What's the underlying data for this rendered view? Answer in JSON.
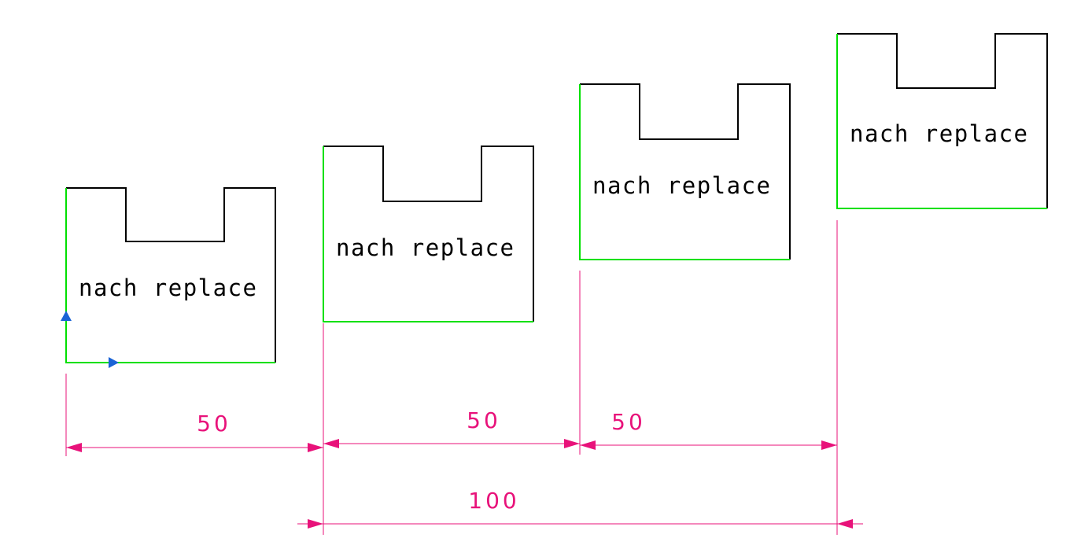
{
  "colors": {
    "background": "#ffffff",
    "outline": "#000000",
    "reference_edge": "#00e000",
    "dimension": "#e8127a",
    "axis_marker": "#1a63d6"
  },
  "parts": [
    {
      "label": "nach replace"
    },
    {
      "label": "nach replace"
    },
    {
      "label": "nach replace"
    },
    {
      "label": "nach replace"
    }
  ],
  "dimensions": [
    {
      "value": "50"
    },
    {
      "value": "50"
    },
    {
      "value": "50"
    },
    {
      "value": "100"
    }
  ],
  "markers": [
    "axis-arrow-up-icon",
    "axis-arrow-right-icon"
  ]
}
